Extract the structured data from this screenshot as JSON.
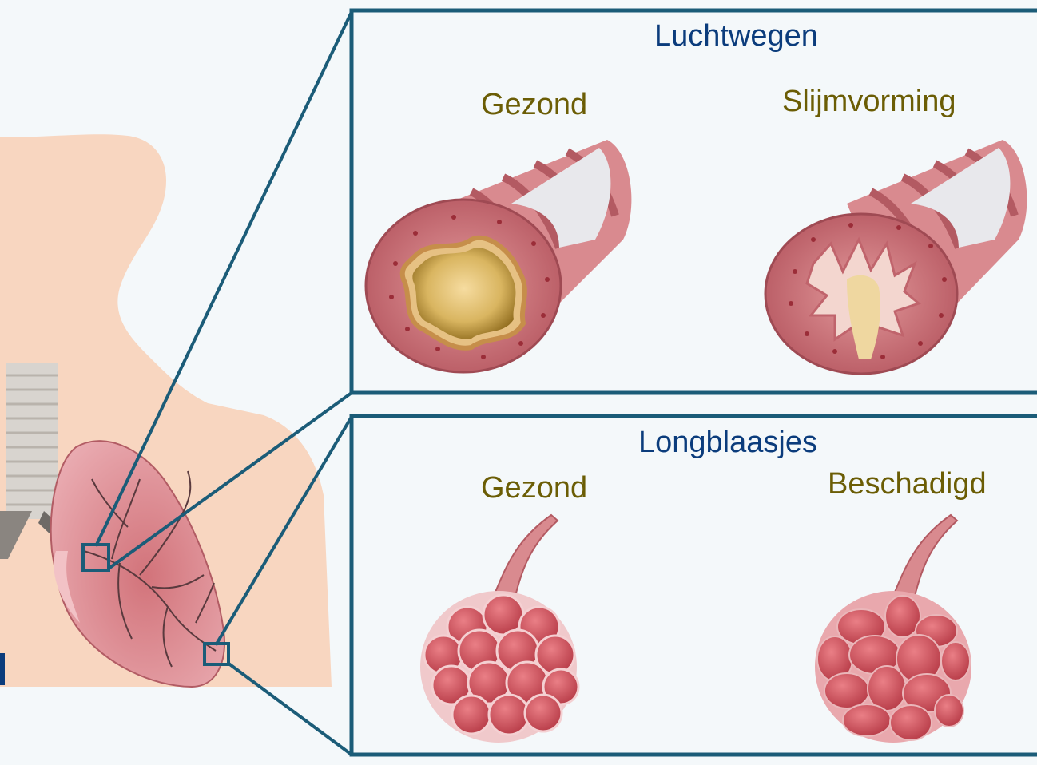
{
  "airways": {
    "title": "Luchtwegen",
    "healthy_label": "Gezond",
    "mucus_label": "Slijmvorming"
  },
  "alveoli": {
    "title": "Longblaasjes",
    "healthy_label": "Gezond",
    "damaged_label": "Beschadigd"
  },
  "colors": {
    "frame": "#1b5c78",
    "title_text": "#0b3c7c",
    "state_text": "#6b5d05",
    "body_skin": "#f8d6c0",
    "tissue": "#c9727a",
    "lumen": "#c9a24a"
  }
}
